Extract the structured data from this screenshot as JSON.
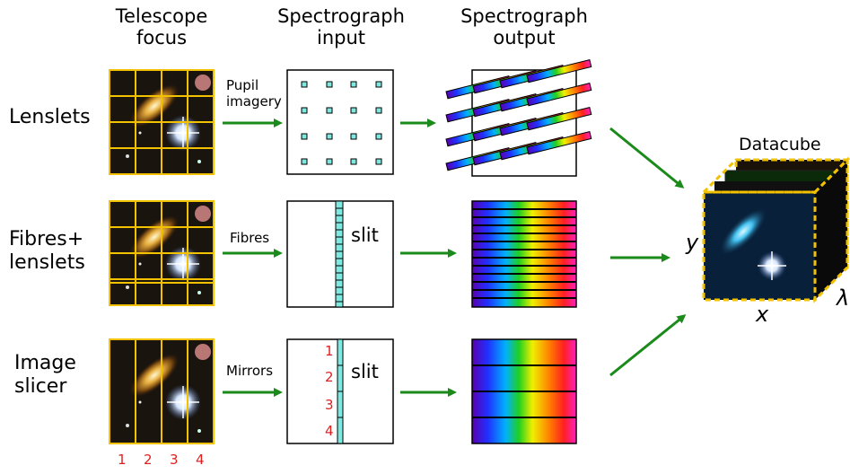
{
  "headers": {
    "telescope": [
      "Telescope",
      "focus"
    ],
    "spec_input": [
      "Spectrograph",
      "input"
    ],
    "spec_output": [
      "Spectrograph",
      "output"
    ]
  },
  "rows": {
    "lenslets": {
      "label": [
        "Lenslets"
      ],
      "transfer": [
        "Pupil",
        "imagery"
      ]
    },
    "fibres": {
      "label": [
        "Fibres+",
        "lenslets"
      ],
      "transfer": [
        "Fibres"
      ],
      "slit": "slit"
    },
    "slicer": {
      "label": [
        "Image",
        "slicer"
      ],
      "transfer": [
        "Mirrors"
      ],
      "slit": "slit",
      "slice_numbers": [
        "1",
        "2",
        "3",
        "4"
      ]
    }
  },
  "bottom_numbers": [
    "1",
    "2",
    "3",
    "4"
  ],
  "datacube": {
    "title": "Datacube",
    "axes": {
      "x": "x",
      "y": "y",
      "lambda": "λ"
    }
  },
  "colors": {
    "arrow": "#1a8a1a",
    "grid": "#f2c200",
    "cube_border": "#f2c200",
    "slice_number": "#e02020"
  }
}
